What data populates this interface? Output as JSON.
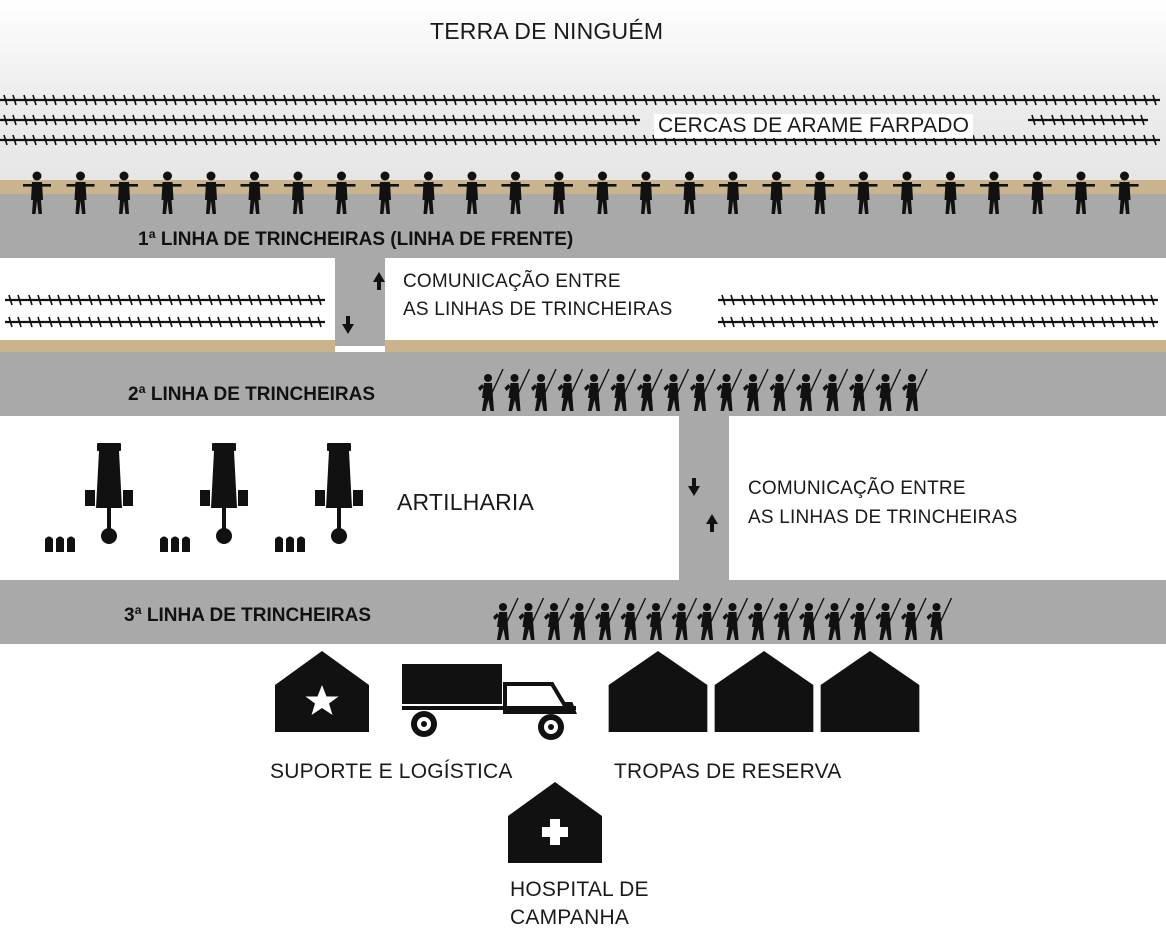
{
  "title": "TERRA DE NINGUÉM",
  "barbed_wire_label": "CERCAS DE ARAME FARPADO",
  "trenches": {
    "first": "1ª LINHA DE TRINCHEIRAS (LINHA DE FRENTE)",
    "second": "2ª LINHA DE TRINCHEIRAS",
    "third": "3ª LINHA DE TRINCHEIRAS"
  },
  "communication_upper": {
    "line1": "COMUNICAÇÃO ENTRE",
    "line2": "AS LINHAS DE TRINCHEIRAS"
  },
  "communication_lower": {
    "line1": "COMUNICAÇÃO ENTRE",
    "line2": "AS LINHAS DE TRINCHEIRAS"
  },
  "artillery_label": "ARTILHARIA",
  "support_label": "SUPORTE E LOGÍSTICA",
  "reserve_label": "TROPAS DE RESERVA",
  "hospital": {
    "line1": "HOSPITAL DE",
    "line2": "CAMPANHA"
  },
  "icons": {
    "soldier": "soldier-icon",
    "marching_soldier": "marching-soldier-icon",
    "cannon": "cannon-icon",
    "shell": "artillery-shell-icon",
    "support_tent": "star-tent-icon",
    "truck": "truck-icon",
    "reserve_tent": "tent-icon",
    "hospital_tent": "cross-tent-icon",
    "arrow_up": "arrow-up-icon",
    "arrow_down": "arrow-down-icon",
    "wire": "barbed-wire-icon"
  },
  "colors": {
    "trench": "#a9a9a9",
    "sandbag": "#c9b48d",
    "no_mans_land": "#ebebeb",
    "ink": "#111111"
  },
  "counts": {
    "front_soldiers": 26,
    "second_line_soldiers": 17,
    "third_line_soldiers": 18,
    "cannons": 3,
    "shells_per_cannon": 3,
    "reserve_tents": 3
  }
}
